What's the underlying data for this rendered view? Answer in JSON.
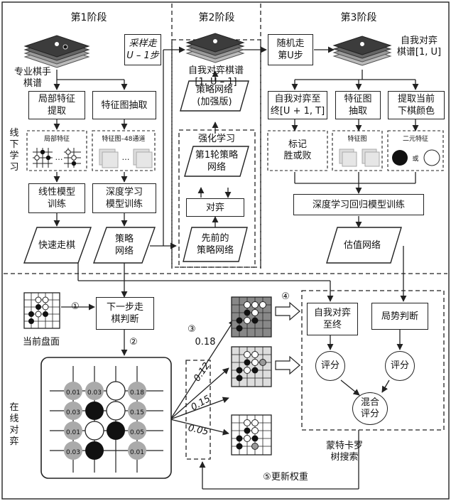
{
  "stages": {
    "s1": "第1阶段",
    "s2": "第2阶段",
    "s3": "第3阶段"
  },
  "side_labels": {
    "offline": "线下学习",
    "online": "在线对弈"
  },
  "stage1": {
    "pro_records": "专业棋手\n棋谱",
    "local_feature_extract": "局部特征\n提取",
    "feature_map_extract": "特征图抽取",
    "local_feature_caption": "局部特征",
    "feature_map_caption": "特征图–48通道",
    "linear_training": "线性模型\n训练",
    "deep_training": "深度学习\n模型训练",
    "fast_move": "快速走棋",
    "policy_net": "策略\n网络"
  },
  "stage2": {
    "sample": "采样走\nU – 1步",
    "selfplay_records": "自我对弈棋谱\n[1, U – 1]",
    "policy_enhanced": "策略网络\n(加强版)",
    "rl": "强化学习",
    "round1_policy": "第1轮策略\n网络",
    "play": "对弈",
    "previous_policy": "先前的\n策略网络"
  },
  "stage3": {
    "random_move": "随机走\n第U步",
    "selfplay_records": "自我对弈\n棋谱[1, U]",
    "selfplay_to_end": "自我对弈至\n终[U + 1, T]",
    "feature_extract": "特征图\n抽取",
    "extract_color": "提取当前\n下棋颜色",
    "mark_win_loss": "标记\n胜或败",
    "feature_caption": "特征图",
    "binary_feature": "二元特征",
    "or": "或",
    "regression_training": "深度学习回归模型训练",
    "value_net": "估值网络"
  },
  "online": {
    "current_board": "当前盘面",
    "next_move": "下一步走\n棋判断",
    "step1": "①",
    "step2": "②",
    "step3": "③",
    "step4": "④",
    "step5": "⑤更新权重",
    "prob_top": "0.18",
    "prob_a": "0.12",
    "prob_b": "0.15",
    "prob_c": "0.05",
    "selfplay_to_end": "自我对弈\n至终",
    "situation": "局势判断",
    "score": "评分",
    "mixed_score": "混合\n评分",
    "mcts": "蒙特卡罗\n树搜索",
    "grid_values": [
      "0.01",
      "0.03",
      "0.18",
      "0.03",
      "0.15",
      "0.01",
      "0.05",
      "0.03",
      "0.01"
    ]
  }
}
